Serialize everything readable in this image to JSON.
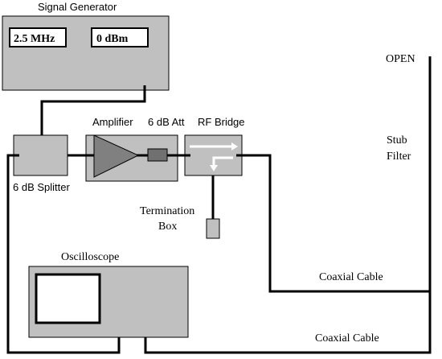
{
  "signal_generator": {
    "title": "Signal Generator",
    "frequency_display": "2.5 MHz",
    "power_display": "0 dBm"
  },
  "components": {
    "splitter": "6 dB Splitter",
    "amplifier": "Amplifier",
    "attenuator": "6 dB Att",
    "rf_bridge": "RF Bridge",
    "termination_line1": "Termination",
    "termination_line2": "Box",
    "oscilloscope": "Oscilloscope"
  },
  "cables": {
    "open_end": "OPEN",
    "stub_line1": "Stub",
    "stub_line2": "Filter",
    "coax_upper": "Coaxial Cable",
    "coax_lower": "Coaxial Cable"
  },
  "colors": {
    "box_fill": "#c0c0c0",
    "amplifier_triangle": "#808080",
    "attenuator_fill": "#707070",
    "bridge_arrow": "#ffffff",
    "wire": "#000000"
  }
}
